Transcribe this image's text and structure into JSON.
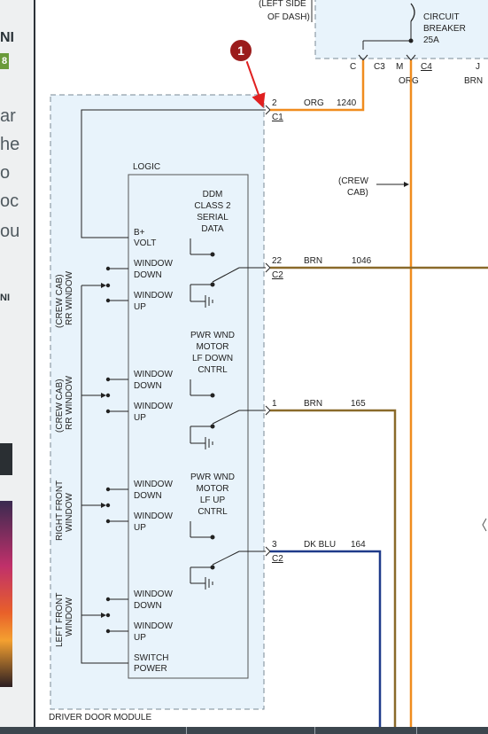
{
  "sidebar": {
    "fragments": [
      "NI",
      "8",
      "ar",
      "he",
      "o",
      "oc",
      "ou",
      "NI"
    ]
  },
  "callout": {
    "number": "1",
    "color": "#9b1c1c",
    "arrow_color": "#e02020"
  },
  "labels": {
    "dash_top": "(LEFT SIDE",
    "dash_bottom": "OF DASH)",
    "breaker_line1": "CIRCUIT",
    "breaker_line2": "BREAKER",
    "breaker_line3": "25A",
    "conn_c": "C",
    "conn_c3": "C3",
    "conn_m": "M",
    "conn_c4": "C4",
    "conn_j": "J",
    "org_right": "ORG",
    "brn_right": "BRN",
    "crew_cab_1": "(CREW",
    "crew_cab_2": "CAB)",
    "logic": "LOGIC",
    "ddm_1": "DDM",
    "ddm_2": "CLASS 2",
    "ddm_3": "SERIAL",
    "ddm_4": "DATA",
    "bplus_1": "B+",
    "bplus_2": "VOLT",
    "down_sw_1": "PWR WND",
    "down_sw_2": "MOTOR",
    "down_sw_3": "LF DOWN",
    "down_sw_4": "CNTRL",
    "up_sw_1": "PWR WND",
    "up_sw_2": "MOTOR",
    "up_sw_3": "LF UP",
    "up_sw_4": "CNTRL",
    "switch_power_1": "SWITCH",
    "switch_power_2": "POWER",
    "window": "WINDOW",
    "down": "DOWN",
    "up": "UP",
    "module_name": "DRIVER DOOR MODULE",
    "group1_a": "(CREW CAB)",
    "group1_b": "RR WINDOW",
    "group2_a": "(CREW CAB)",
    "group2_b": "RR WINDOW",
    "group3_a": "RIGHT FRONT",
    "group3_b": "WINDOW",
    "group4_a": "LEFT FRONT",
    "group4_b": "WINDOW"
  },
  "wires": [
    {
      "pin": "2",
      "conn": "C1",
      "color_name": "ORG",
      "circuit": "1240",
      "hex": "#f08c1e"
    },
    {
      "pin": "22",
      "conn": "C2",
      "color_name": "BRN",
      "circuit": "1046",
      "hex": "#8a6a2a"
    },
    {
      "pin": "1",
      "conn": "",
      "color_name": "BRN",
      "circuit": "165",
      "hex": "#8a6a2a"
    },
    {
      "pin": "3",
      "conn": "C2",
      "color_name": "DK BLU",
      "circuit": "164",
      "hex": "#1f3b8a"
    }
  ],
  "colors": {
    "module_fill": "#e8f3fb",
    "module_border": "#7a8a96"
  }
}
